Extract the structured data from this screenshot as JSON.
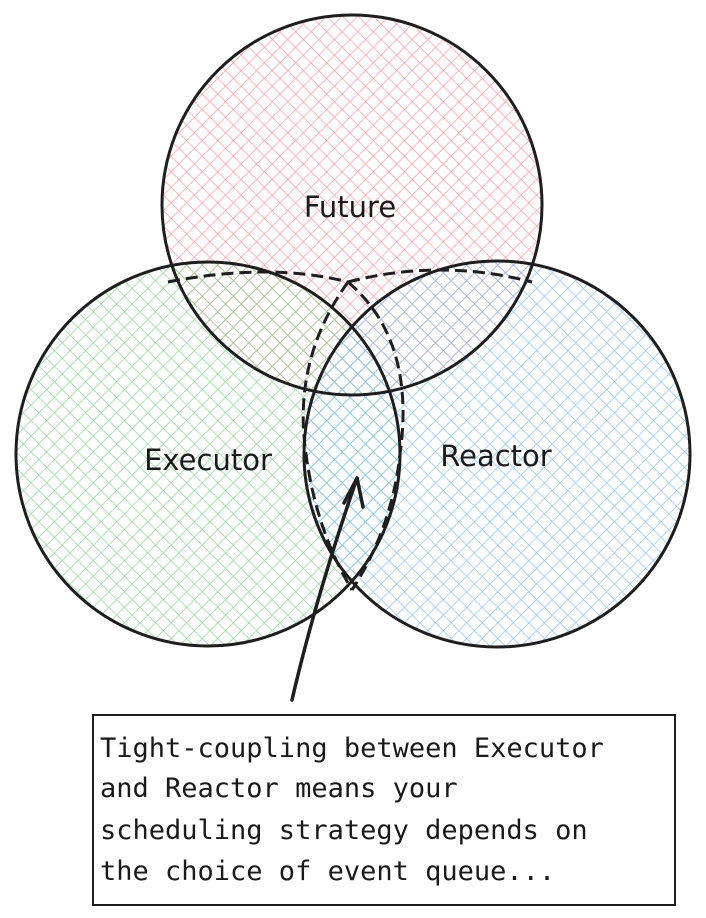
{
  "venn": {
    "sets": [
      {
        "id": "future",
        "label": "Future",
        "fill": "#ff9aa2"
      },
      {
        "id": "executor",
        "label": "Executor",
        "fill": "#8fd49a"
      },
      {
        "id": "reactor",
        "label": "Reactor",
        "fill": "#8fc2f5"
      }
    ],
    "stroke": "#1e1e1e",
    "highlighted_intersection": [
      "executor",
      "reactor"
    ]
  },
  "annotation": {
    "lines": [
      "Tight-coupling between Executor",
      "and Reactor means your",
      "scheduling strategy depends on",
      "the choice of event queue..."
    ]
  }
}
